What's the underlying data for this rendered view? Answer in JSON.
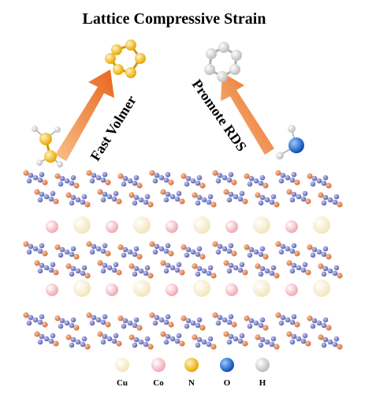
{
  "title": "Lattice Compressive Strain",
  "left_label": "Fast Volmer",
  "right_label": "Promote RDS",
  "colors": {
    "cu": "#f3e6bd",
    "co": "#f0a9b4",
    "n": "#f2b821",
    "o": "#1e6fd8",
    "h": "#e6e6e6",
    "arrow": "#f07a2c",
    "framework_ring": "#7f86c8",
    "framework_link": "#e4895a"
  },
  "legend": [
    {
      "key": "cu",
      "label": "Cu"
    },
    {
      "key": "co",
      "label": "Co"
    },
    {
      "key": "n",
      "label": "N"
    },
    {
      "key": "o",
      "label": "O"
    },
    {
      "key": "h",
      "label": "H"
    }
  ]
}
